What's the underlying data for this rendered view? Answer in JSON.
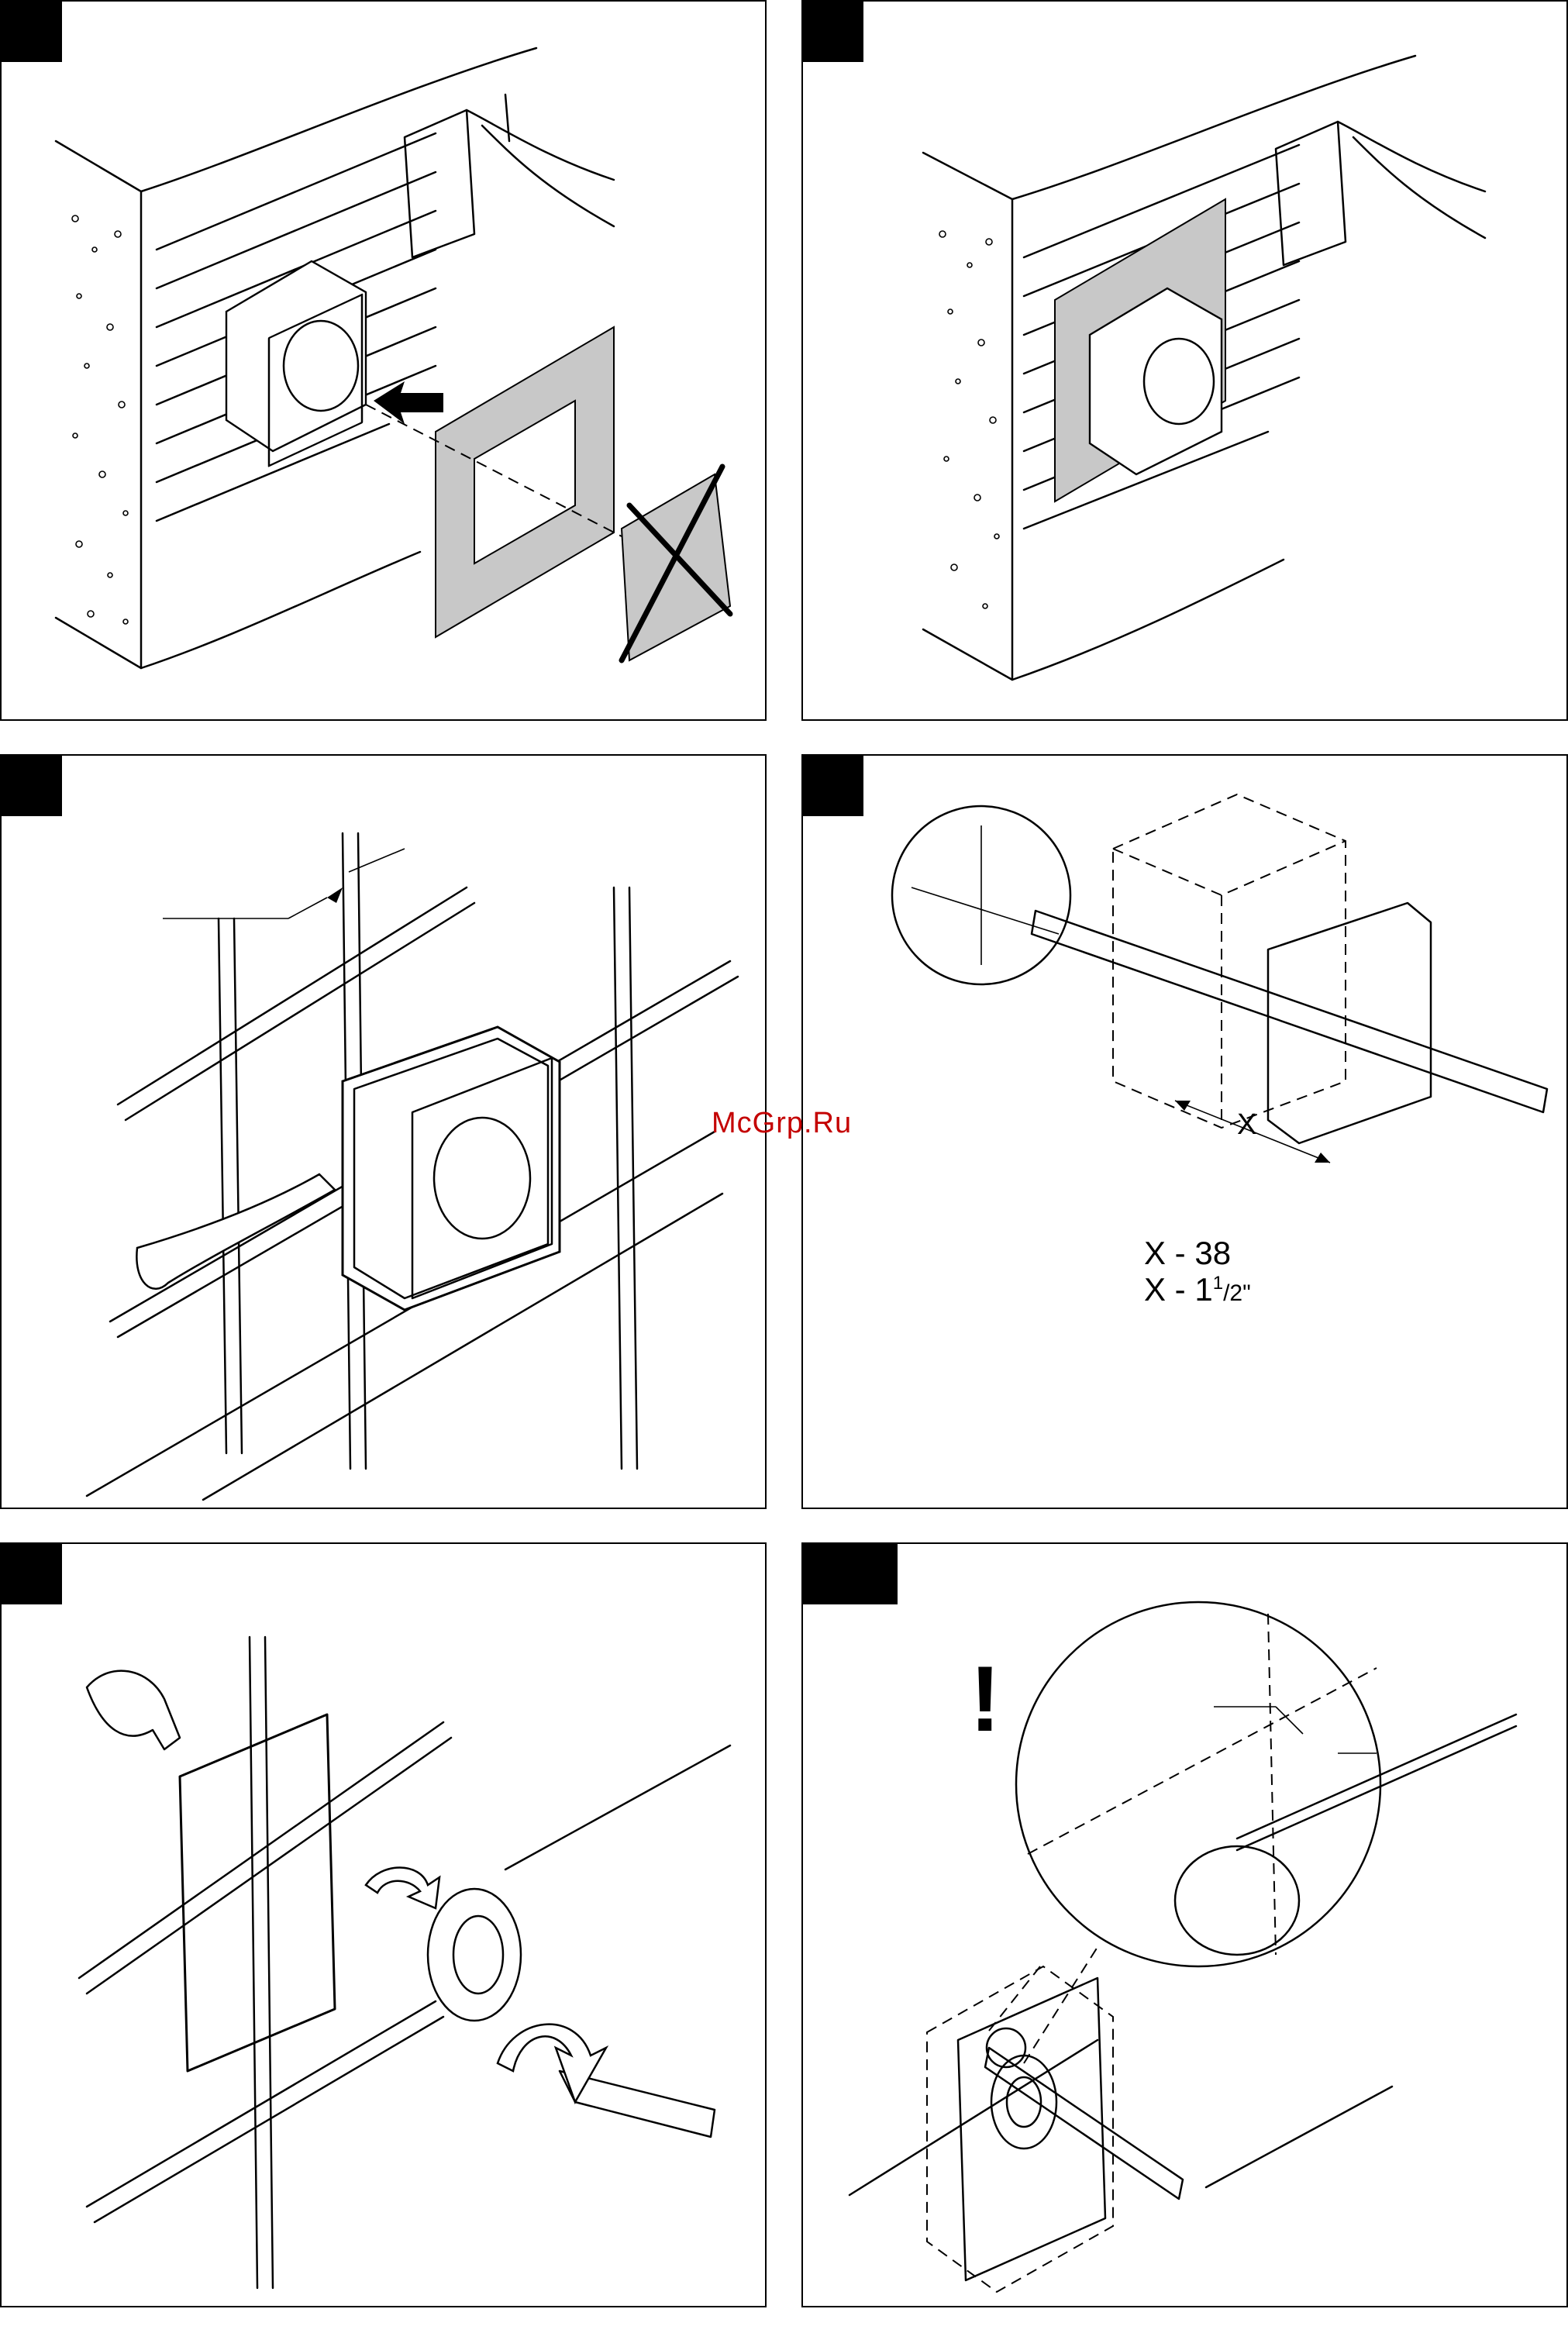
{
  "watermark": "McGrp.Ru",
  "panel4": {
    "dimension_x": "X",
    "cut_label_metric": "X - 38",
    "cut_label_imperial": "X - 1",
    "cut_label_imperial_sup": "1",
    "cut_label_imperial_sub": "/2\""
  },
  "panel6": {
    "warning_mark": "!"
  },
  "colors": {
    "line": "#000000",
    "gasket_fill": "#c8c8c8",
    "watermark": "#c40000"
  }
}
